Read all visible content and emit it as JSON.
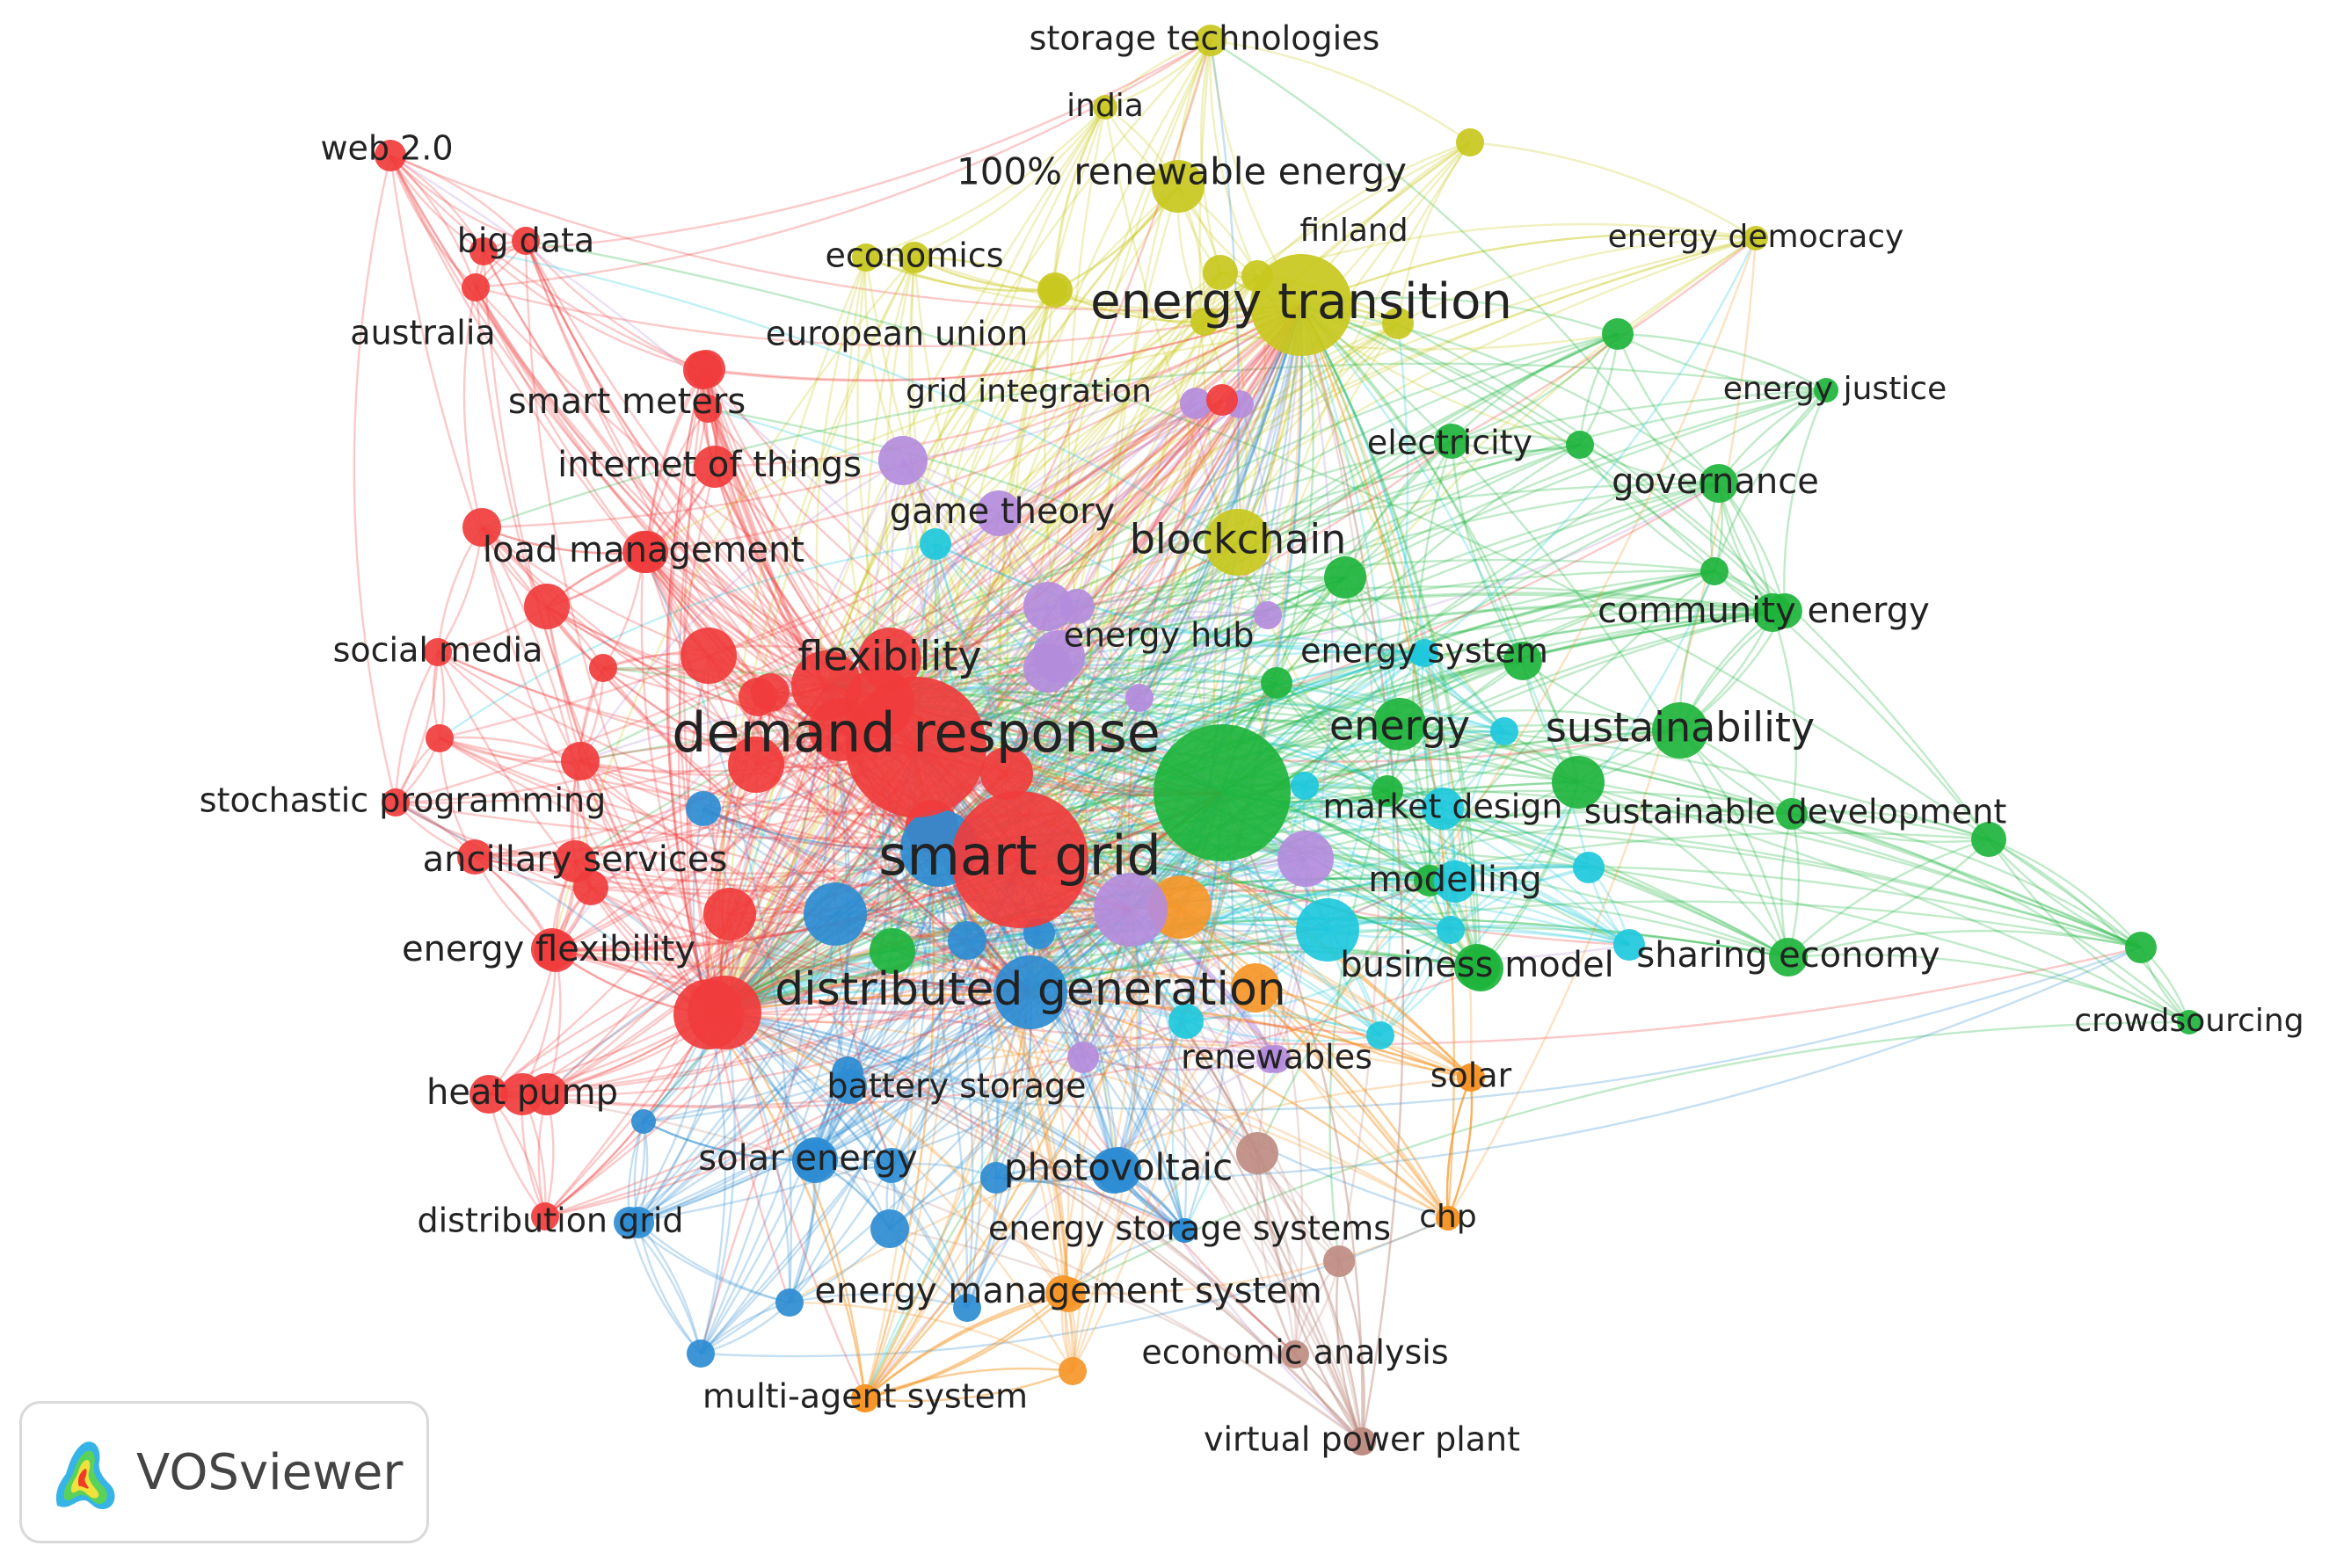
{
  "network": {
    "colors": {
      "red": "#f03c3c",
      "yellow": "#c8c81e",
      "green": "#1eb43c",
      "blue": "#2d8cd2",
      "purple": "#b48cdc",
      "cyan": "#1ec8dc",
      "orange": "#f59628",
      "brown": "#be8c82"
    },
    "labels": [
      {
        "id": "storage-technologies",
        "text": "storage technologies",
        "cluster": "yellow",
        "weight": 2
      },
      {
        "id": "india",
        "text": "india",
        "cluster": "yellow",
        "weight": 1
      },
      {
        "id": "renewable-100",
        "text": "100% renewable energy",
        "cluster": "yellow",
        "weight": 4
      },
      {
        "id": "web-2",
        "text": "web 2.0",
        "cluster": "red",
        "weight": 2
      },
      {
        "id": "finland",
        "text": "finland",
        "cluster": "yellow",
        "weight": 1
      },
      {
        "id": "energy-democracy",
        "text": "energy democracy",
        "cluster": "yellow",
        "weight": 1
      },
      {
        "id": "big-data",
        "text": "big data",
        "cluster": "red",
        "weight": 2
      },
      {
        "id": "economics",
        "text": "economics",
        "cluster": "yellow",
        "weight": 2
      },
      {
        "id": "energy-transition",
        "text": "energy transition",
        "cluster": "yellow",
        "weight": 8
      },
      {
        "id": "australia",
        "text": "australia",
        "cluster": "red",
        "weight": 2
      },
      {
        "id": "european-union",
        "text": "european union",
        "cluster": "yellow",
        "weight": 2
      },
      {
        "id": "energy-justice",
        "text": "energy justice",
        "cluster": "green",
        "weight": 1
      },
      {
        "id": "grid-integration",
        "text": "grid integration",
        "cluster": "purple",
        "weight": 1
      },
      {
        "id": "smart-meters",
        "text": "smart meters",
        "cluster": "red",
        "weight": 3
      },
      {
        "id": "electricity",
        "text": "electricity",
        "cluster": "green",
        "weight": 2
      },
      {
        "id": "internet-of-things",
        "text": "internet of things",
        "cluster": "red",
        "weight": 3
      },
      {
        "id": "governance",
        "text": "governance",
        "cluster": "green",
        "weight": 3
      },
      {
        "id": "game-theory",
        "text": "game theory",
        "cluster": "purple",
        "weight": 3
      },
      {
        "id": "blockchain",
        "text": "blockchain",
        "cluster": "yellow",
        "weight": 5
      },
      {
        "id": "load-management",
        "text": "load management",
        "cluster": "red",
        "weight": 3
      },
      {
        "id": "community-energy",
        "text": "community energy",
        "cluster": "green",
        "weight": 3
      },
      {
        "id": "energy-hub",
        "text": "energy hub",
        "cluster": "purple",
        "weight": 2
      },
      {
        "id": "social-media",
        "text": "social media",
        "cluster": "red",
        "weight": 2
      },
      {
        "id": "energy-system",
        "text": "energy system",
        "cluster": "cyan",
        "weight": 2
      },
      {
        "id": "flexibility",
        "text": "flexibility",
        "cluster": "red",
        "weight": 5
      },
      {
        "id": "energy",
        "text": "energy",
        "cluster": "green",
        "weight": 5
      },
      {
        "id": "sustainability",
        "text": "sustainability",
        "cluster": "green",
        "weight": 5
      },
      {
        "id": "demand-response",
        "text": "demand response",
        "cluster": "red",
        "weight": 10
      },
      {
        "id": "stochastic-programming",
        "text": "stochastic programming",
        "cluster": "red",
        "weight": 2
      },
      {
        "id": "market-design",
        "text": "market design",
        "cluster": "cyan",
        "weight": 2
      },
      {
        "id": "sustainable-development",
        "text": "sustainable development",
        "cluster": "green",
        "weight": 2
      },
      {
        "id": "smart-grid",
        "text": "smart grid",
        "cluster": "red",
        "weight": 10
      },
      {
        "id": "ancillary-services",
        "text": "ancillary services",
        "cluster": "red",
        "weight": 3
      },
      {
        "id": "modelling",
        "text": "modelling",
        "cluster": "cyan",
        "weight": 3
      },
      {
        "id": "energy-flexibility",
        "text": "energy flexibility",
        "cluster": "red",
        "weight": 3
      },
      {
        "id": "sharing-economy",
        "text": "sharing economy",
        "cluster": "green",
        "weight": 3
      },
      {
        "id": "business-model",
        "text": "business model",
        "cluster": "green",
        "weight": 3
      },
      {
        "id": "distributed-generation",
        "text": "distributed generation",
        "cluster": "blue",
        "weight": 7
      },
      {
        "id": "crowdsourcing",
        "text": "crowdsourcing",
        "cluster": "green",
        "weight": 1
      },
      {
        "id": "renewables",
        "text": "renewables",
        "cluster": "purple",
        "weight": 2
      },
      {
        "id": "solar",
        "text": "solar",
        "cluster": "orange",
        "weight": 2
      },
      {
        "id": "battery-storage",
        "text": "battery storage",
        "cluster": "blue",
        "weight": 2
      },
      {
        "id": "heat-pump",
        "text": "heat pump",
        "cluster": "red",
        "weight": 3
      },
      {
        "id": "solar-energy",
        "text": "solar energy",
        "cluster": "blue",
        "weight": 3
      },
      {
        "id": "photovoltaic",
        "text": "photovoltaic",
        "cluster": "blue",
        "weight": 4
      },
      {
        "id": "chp",
        "text": "chp",
        "cluster": "orange",
        "weight": 1
      },
      {
        "id": "distribution-grid",
        "text": "distribution grid",
        "cluster": "blue",
        "weight": 2
      },
      {
        "id": "energy-storage-systems",
        "text": "energy storage systems",
        "cluster": "blue",
        "weight": 2
      },
      {
        "id": "energy-management-system",
        "text": "energy management system",
        "cluster": "orange",
        "weight": 3
      },
      {
        "id": "economic-analysis",
        "text": "economic analysis",
        "cluster": "brown",
        "weight": 2
      },
      {
        "id": "multi-agent-system",
        "text": "multi-agent system",
        "cluster": "orange",
        "weight": 2
      },
      {
        "id": "virtual-power-plant",
        "text": "virtual power plant",
        "cluster": "brown",
        "weight": 2
      }
    ]
  },
  "watermark": {
    "text": "VOSviewer"
  }
}
